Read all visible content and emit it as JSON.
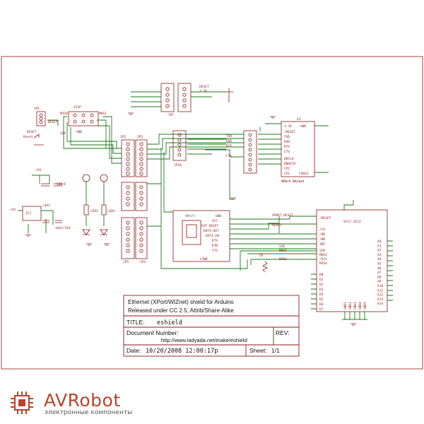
{
  "title_block": {
    "line1": "Ethernet (XPort/WIZnet) shield for Arduino",
    "line2": "Released under CC 2.5, Attrib/Share-Alike",
    "title_label": "TITLE:",
    "title_value": "eshield",
    "docnum_label": "Document Number:",
    "docnum_value": "http://www.ladyada.net/make/eshield",
    "rev_label": "REV:",
    "date_label": "Date:",
    "date_value": "10/20/2008 12:00:17p",
    "sheet_label": "Sheet:",
    "sheet_value": "1/1"
  },
  "labels": {
    "jp1": "JP1",
    "icsp": "ICSP",
    "miso": "MISO",
    "mosi": "MOSI",
    "sck": "SCK",
    "reset": "RESET",
    "reset_btn": "Reset",
    "gnd": "GND",
    "jp2": "JP2",
    "jp3": "JP3",
    "jp4": "JP4",
    "jp5": "JP5",
    "jp7": "JP7",
    "jp10": "JP10",
    "reset_top": "RESET",
    "v33_top": "3.3V",
    "x1": "X1",
    "xport_direct": "XPort Direct",
    "xport": "XPort",
    "xport_reset": "XPORT_RESET",
    "reset2": "RESET",
    "txd": "TXD",
    "rxd": "RXD",
    "rts": "RTS",
    "cts": "CTS",
    "pin_33v": "3.3V",
    "pin_gnd": "GND",
    "pin_reset": "/RESET",
    "pin_txd": "TXD",
    "pin_rxd": "RXD",
    "pin_rts": "RTS",
    "pin_cts": "CTS",
    "pin_ddclk": "DDCLK",
    "pin_dddata": "DDDATA",
    "pin_cp2": "CP2",
    "pin_cp1": "CP1",
    "pin_chass": "CHASS",
    "xp_gnd": "GND",
    "xp_vcc": "VCC",
    "xp_ext": "EXT-RESET",
    "xp_dout": "DATA-OUT",
    "xp_din": "DATA-IN",
    "xp_rts": "RTS",
    "xp_dtr": "DTR",
    "xp_cts": "CTS",
    "wiz_reset": "/RESET",
    "wiz_cs": "/CS",
    "wiz_rd": "/RD",
    "wiz_wr": "/WR",
    "wiz_int": "INT",
    "wiz_sck": "SCK",
    "wiz_mosi": "MOSI",
    "wiz_ss": "/SCS",
    "wiz_miso": "MISO",
    "sck2": "SCK",
    "mosi2": "MOSI",
    "ss": "SS",
    "miso2": "MISO",
    "vcc1": "VCC1",
    "vcc2": "VCC2",
    "d_pins": [
      "D0",
      "D1",
      "D2",
      "D3",
      "D4",
      "D5",
      "D6",
      "D7"
    ],
    "a_pins": [
      "A0",
      "A1",
      "A2",
      "A3",
      "A4",
      "A5",
      "A6",
      "A7",
      "A8",
      "A9",
      "A10",
      "A11",
      "A12",
      "A13",
      "A14"
    ],
    "gnd_pins": [
      "GND1",
      "GND2",
      "GND3",
      "GND4",
      "GND5"
    ],
    "v5": "+5V",
    "v33": "+3V3",
    "cap_100nf": "100nF",
    "cap_10uf": "10uF/16V",
    "ic1": "IC1",
    "led1": "LED1",
    "led2": "LED2",
    "link": "LINK"
  },
  "logo": {
    "name": "AVRobot",
    "tagline": "электронные компоненты"
  },
  "colors": {
    "wire": "#1a7a1a",
    "part": "#8b1a1a",
    "frame": "#8b1a1a",
    "brand": "#b5452f"
  }
}
